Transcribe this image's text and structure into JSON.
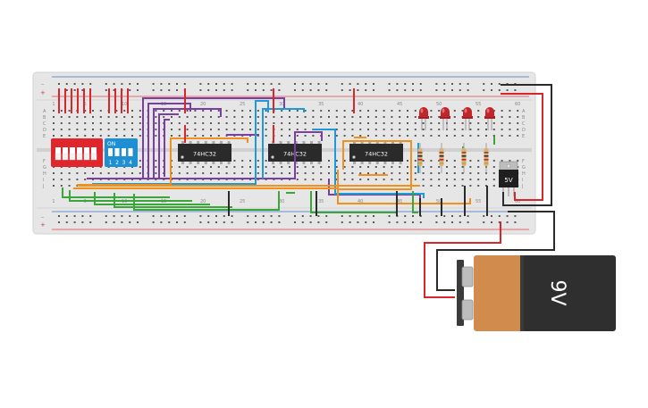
{
  "breadboard": {
    "column_numbers": [
      "1",
      "5",
      "10",
      "15",
      "20",
      "25",
      "30",
      "35",
      "40",
      "45",
      "50",
      "55",
      "60"
    ],
    "row_letters_top": [
      "A",
      "B",
      "C",
      "D",
      "E"
    ],
    "row_letters_bottom": [
      "F",
      "G",
      "H",
      "I",
      "J"
    ]
  },
  "chips": [
    {
      "label": "74HC32"
    },
    {
      "label": "74HC32"
    },
    {
      "label": "74HC32"
    }
  ],
  "dip_switch_red": {
    "positions": 6
  },
  "dip_switch_blue": {
    "on_label": "ON",
    "numbers": [
      "1",
      "2",
      "3",
      "4"
    ]
  },
  "regulator": {
    "label": "5V"
  },
  "battery": {
    "label": "9V"
  },
  "leds": {
    "count": 4,
    "color": "#c0262b"
  },
  "colors": {
    "board": "#e6e6e6",
    "wire_purple": "#7b3fa3",
    "wire_blue": "#1e9bd6",
    "wire_orange": "#f0901e",
    "wire_green": "#3aa63a",
    "wire_red": "#d9262b",
    "wire_black": "#2b2b2b",
    "rail_red": "#e04040",
    "rail_blue": "#3a6fc8",
    "battery_copper": "#d18b4c",
    "battery_black": "#2f2f2f"
  }
}
